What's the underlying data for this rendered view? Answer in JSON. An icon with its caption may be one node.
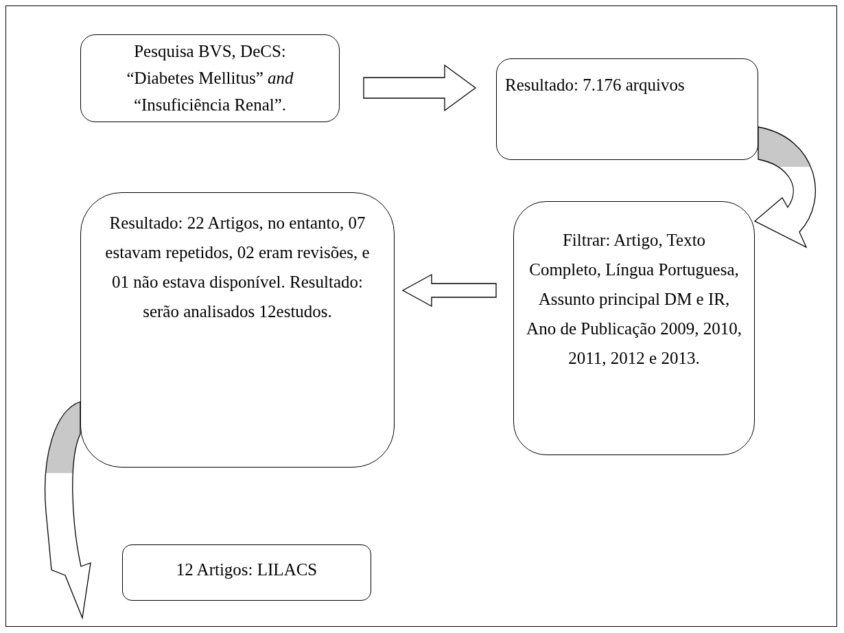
{
  "diagram": {
    "nodes": [
      {
        "text": [
          "Pesquisa BVS, DeCS: “Diabetes Mellitus” *and* “Insuficiência Renal”."
        ]
      },
      {
        "text": [
          "Resultado: 7.176 arquivos"
        ]
      },
      {
        "text": [
          "Filtrar: Artigo, Texto Completo, Língua Portuguesa, Assunto principal DM e IR, Ano de Publicação 2009, 2010, 2011, 2012 e 2013."
        ]
      },
      {
        "text": [
          "Resultado: 22 Artigos, no entanto, 07 estavam repetidos, 02 eram revisões, e 01 não estava disponível. Resultado: serão analisados 12estudos."
        ]
      },
      {
        "text": [
          "12 Artigos: LILACS"
        ]
      }
    ],
    "edges": [
      {
        "from": 0,
        "to": 1,
        "arrow": "to"
      },
      {
        "from": 1,
        "to": 2,
        "arrow": "to"
      },
      {
        "from": 2,
        "to": 3,
        "arrow": "to"
      },
      {
        "from": 3,
        "to": 4,
        "arrow": "to"
      }
    ]
  }
}
